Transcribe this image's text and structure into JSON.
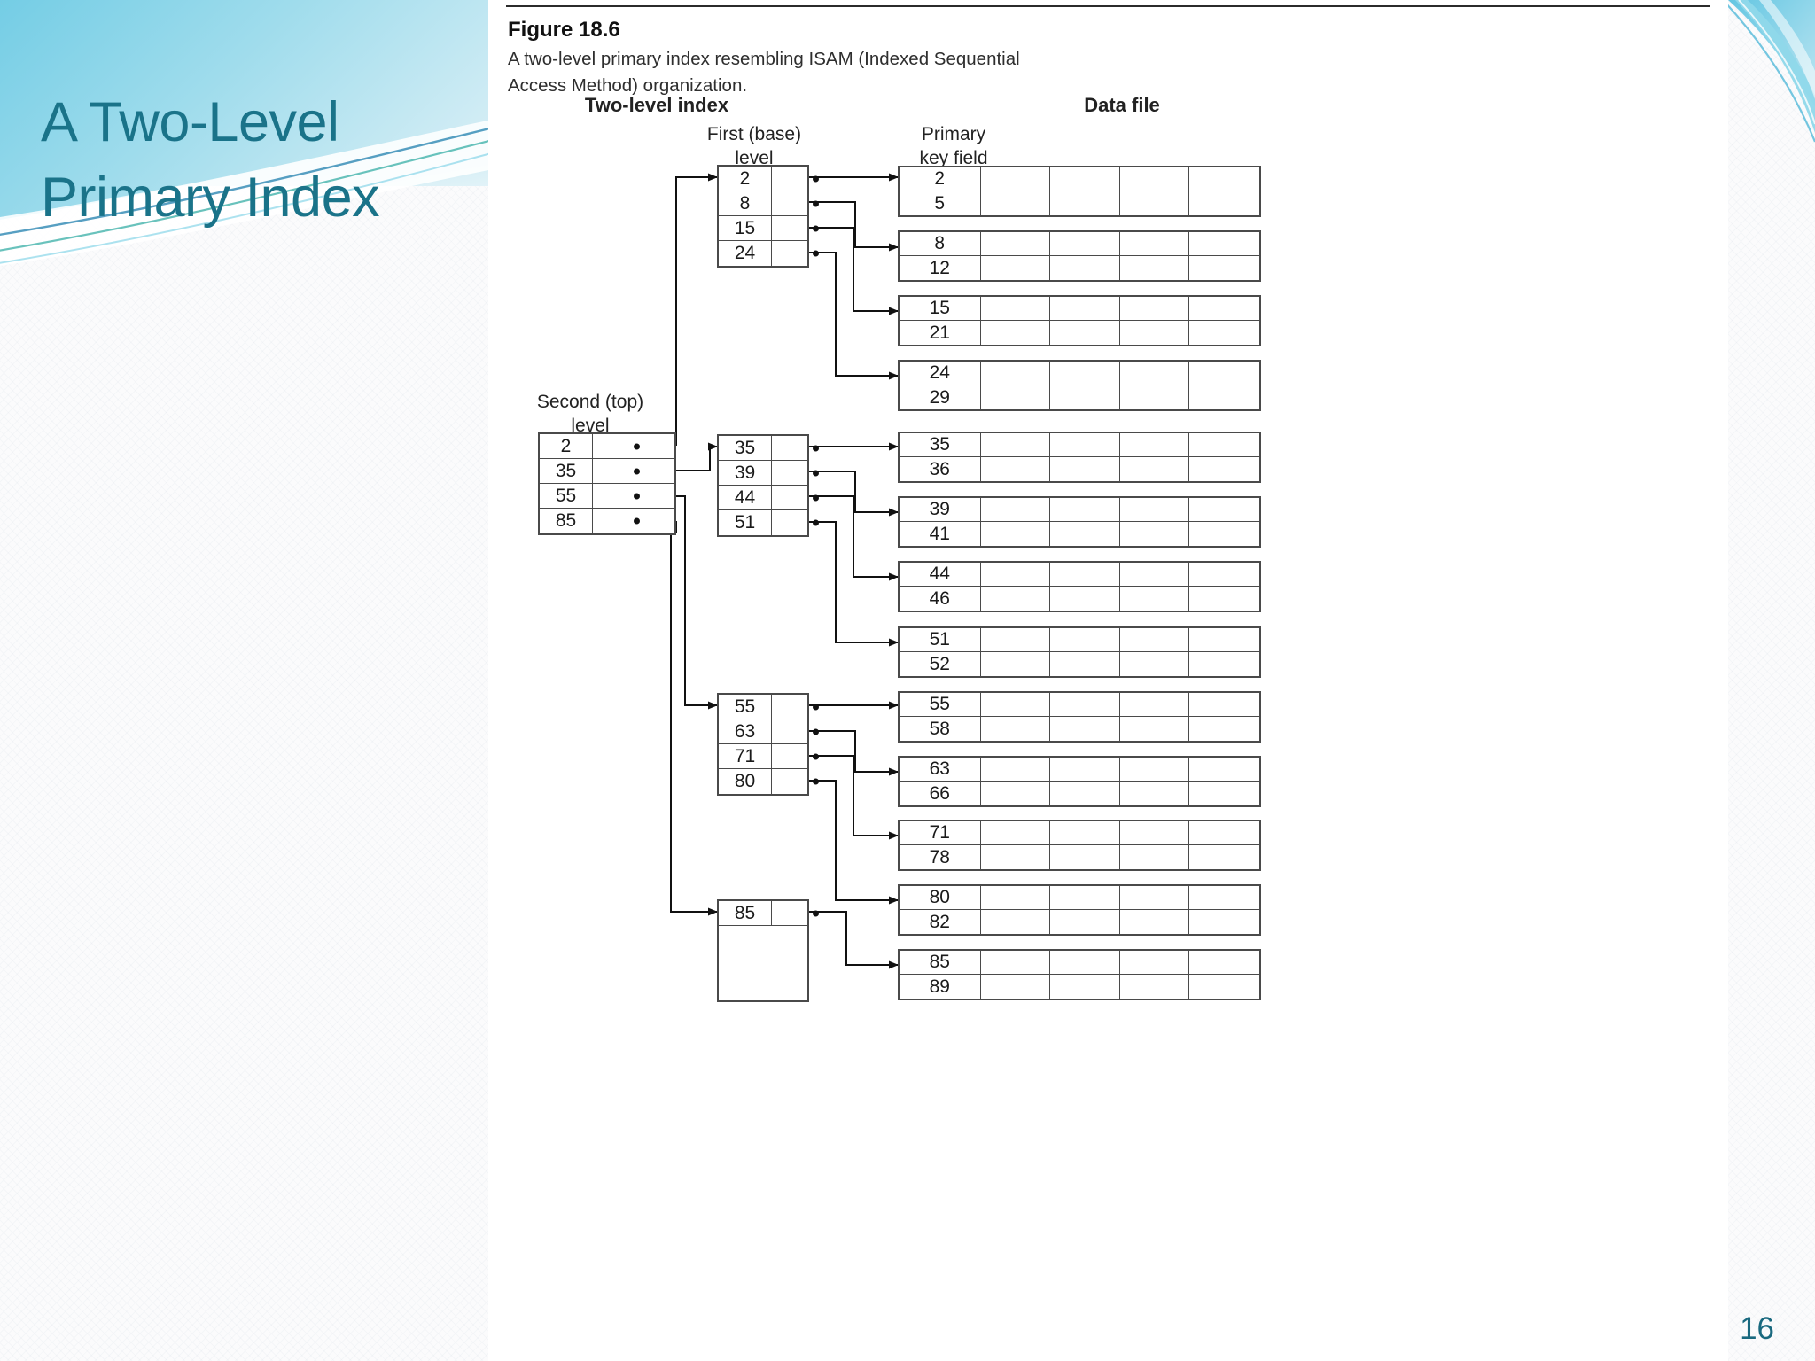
{
  "slide": {
    "title_line1": "A Two-Level",
    "title_line2": "Primary Index",
    "page_number": "16",
    "accent_color": "#1a7389",
    "header_gradient_from": "#7ed0e6",
    "header_gradient_to": "#e8f5f9"
  },
  "figure": {
    "number": "Figure 18.6",
    "caption_line1": "A two-level primary index resembling ISAM (Indexed Sequential",
    "caption_line2": "Access Method) organization."
  },
  "diagram": {
    "headings": {
      "two_level_index": "Two-level index",
      "data_file": "Data file",
      "first_base_level_l1": "First (base)",
      "first_base_level_l2": "level",
      "second_top_level_l1": "Second (top)",
      "second_top_level_l2": "level",
      "primary_key_field_l1": "Primary",
      "primary_key_field_l2": "key field"
    },
    "second_level_index": {
      "label": "Second (top) level",
      "entries": [
        "2",
        "35",
        "55",
        "85"
      ]
    },
    "first_level_blocks": [
      {
        "entries": [
          "2",
          "8",
          "15",
          "24"
        ]
      },
      {
        "entries": [
          "35",
          "39",
          "44",
          "51"
        ]
      },
      {
        "entries": [
          "55",
          "63",
          "71",
          "80"
        ]
      },
      {
        "entries": [
          "85"
        ],
        "empty_rows": 3
      }
    ],
    "data_file_blocks": [
      {
        "keys": [
          "2",
          "5"
        ]
      },
      {
        "keys": [
          "8",
          "12"
        ]
      },
      {
        "keys": [
          "15",
          "21"
        ]
      },
      {
        "keys": [
          "24",
          "29"
        ]
      },
      {
        "keys": [
          "35",
          "36"
        ]
      },
      {
        "keys": [
          "39",
          "41"
        ]
      },
      {
        "keys": [
          "44",
          "46"
        ]
      },
      {
        "keys": [
          "51",
          "52"
        ]
      },
      {
        "keys": [
          "55",
          "58"
        ]
      },
      {
        "keys": [
          "63",
          "66"
        ]
      },
      {
        "keys": [
          "71",
          "78"
        ]
      },
      {
        "keys": [
          "80",
          "82"
        ]
      },
      {
        "keys": [
          "85",
          "89"
        ]
      }
    ],
    "data_block_columns": 5
  }
}
